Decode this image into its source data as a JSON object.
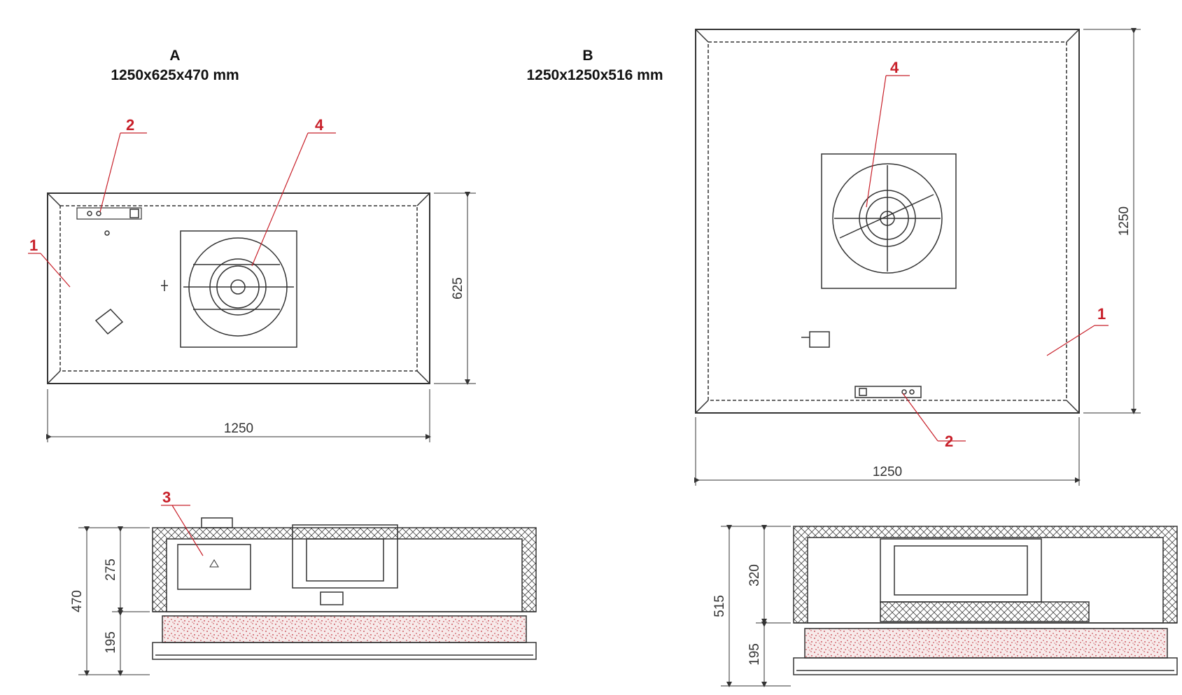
{
  "variant_a": {
    "letter": "A",
    "size": "1250x625x470 mm",
    "dims": {
      "width": "1250",
      "depth": "625",
      "height_total": "470",
      "height_upper": "275",
      "height_lower": "195"
    }
  },
  "variant_b": {
    "letter": "B",
    "size": "1250x1250x516 mm",
    "dims": {
      "width": "1250",
      "depth": "1250",
      "height_total": "515",
      "height_upper": "320",
      "height_lower": "195"
    }
  },
  "callouts": {
    "c1": "1",
    "c2": "2",
    "c3": "3",
    "c4": "4"
  },
  "colors": {
    "callout": "#c8202a",
    "line": "#333333",
    "filter_speckle": "#c0303a"
  }
}
